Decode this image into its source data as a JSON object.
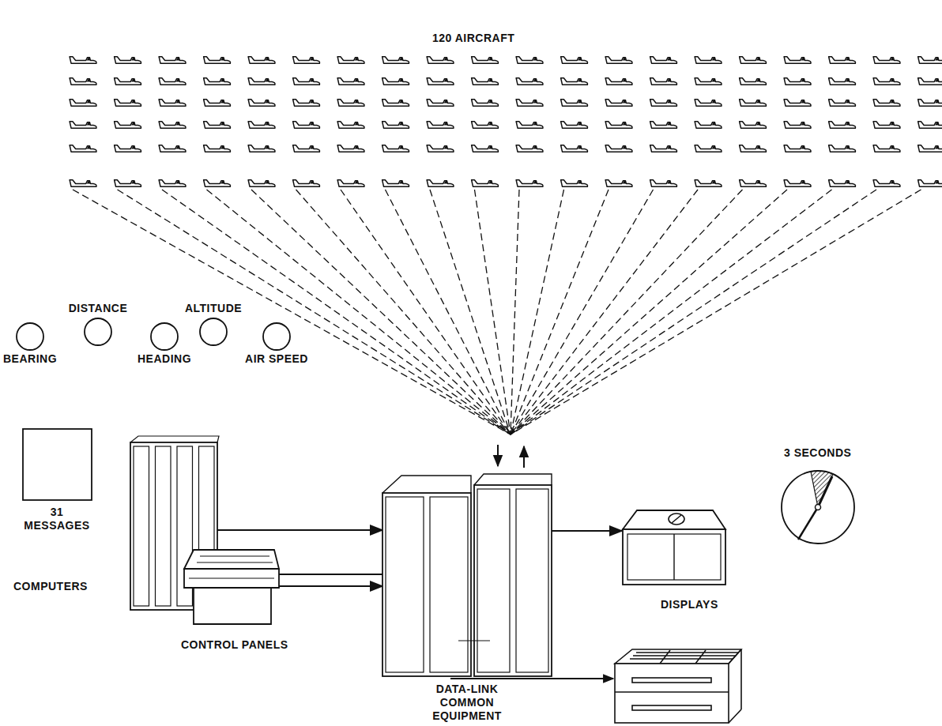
{
  "diagram": {
    "nodes": [
      {
        "text": [
          "31 MESSAGES"
        ]
      },
      {
        "text": [
          "COMPUTERS"
        ]
      },
      {
        "text": [
          "CONTROL PANELS"
        ]
      },
      {
        "text": [
          "DATA-LINK COMMON EQUIPMENT"
        ]
      },
      {
        "text": [
          "DISPLAYS"
        ]
      },
      {
        "text": [
          "BEARING"
        ]
      },
      {
        "text": [
          "DISTANCE"
        ]
      },
      {
        "text": [
          "HEADING"
        ]
      },
      {
        "text": [
          "ALTITUDE"
        ]
      },
      {
        "text": [
          "AIR SPEED"
        ]
      }
    ],
    "edges": [
      {
        "from": 1,
        "to": 3,
        "arrow": "to"
      },
      {
        "from": 3,
        "to": 1,
        "arrow": "to"
      },
      {
        "from": 2,
        "to": 3,
        "arrow": "to"
      },
      {
        "from": 3,
        "to": 4,
        "arrow": "to"
      }
    ],
    "labels": [
      "120 AIRCRAFT",
      "3 SECONDS"
    ]
  }
}
